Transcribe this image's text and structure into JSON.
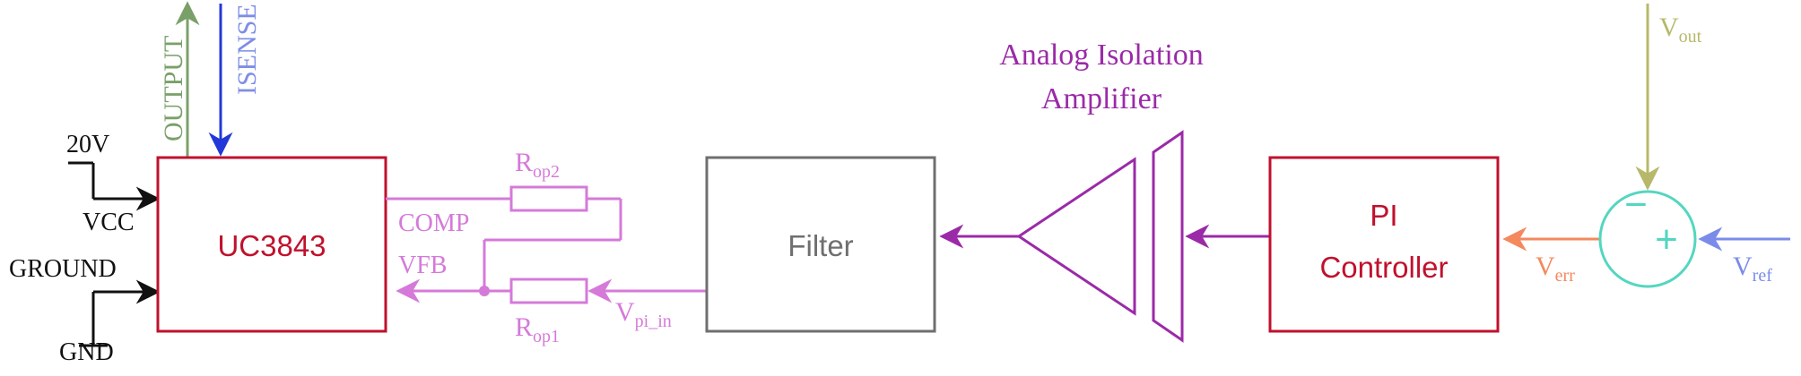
{
  "colors": {
    "black": "#111111",
    "uc_red": "#c0112c",
    "output_green": "#7aa06a",
    "isense_blue": "#2338d8",
    "isense_label": "#7e8ee6",
    "pink": "#d57ad9",
    "filter_gray": "#6f6f6f",
    "purple": "#9b2aa8",
    "olive": "#b7b86a",
    "orange": "#f4895e",
    "ref_blue": "#7a8bea",
    "sum_teal": "#54d6bf"
  },
  "labels": {
    "output": "OUTPUT",
    "isense": "ISENSE",
    "v20": "20V",
    "vcc": "VCC",
    "ground": "GROUND",
    "gnd": "GND",
    "uc3843": "UC3843",
    "comp": "COMP",
    "vfb": "VFB",
    "r_op2_main": "R",
    "r_op2_sub": "op2",
    "r_op1_main": "R",
    "r_op1_sub": "op1",
    "v_pi_main": "V",
    "v_pi_sub": "pi_in",
    "filter": "Filter",
    "iso_line1": "Analog Isolation",
    "iso_line2": "Amplifier",
    "pi_line1": "PI",
    "pi_line2": "Controller",
    "v_err_main": "V",
    "v_err_sub": "err",
    "v_out_main": "V",
    "v_out_sub": "out",
    "v_ref_main": "V",
    "v_ref_sub": "ref",
    "sum_minus": "−",
    "sum_plus": "+"
  }
}
